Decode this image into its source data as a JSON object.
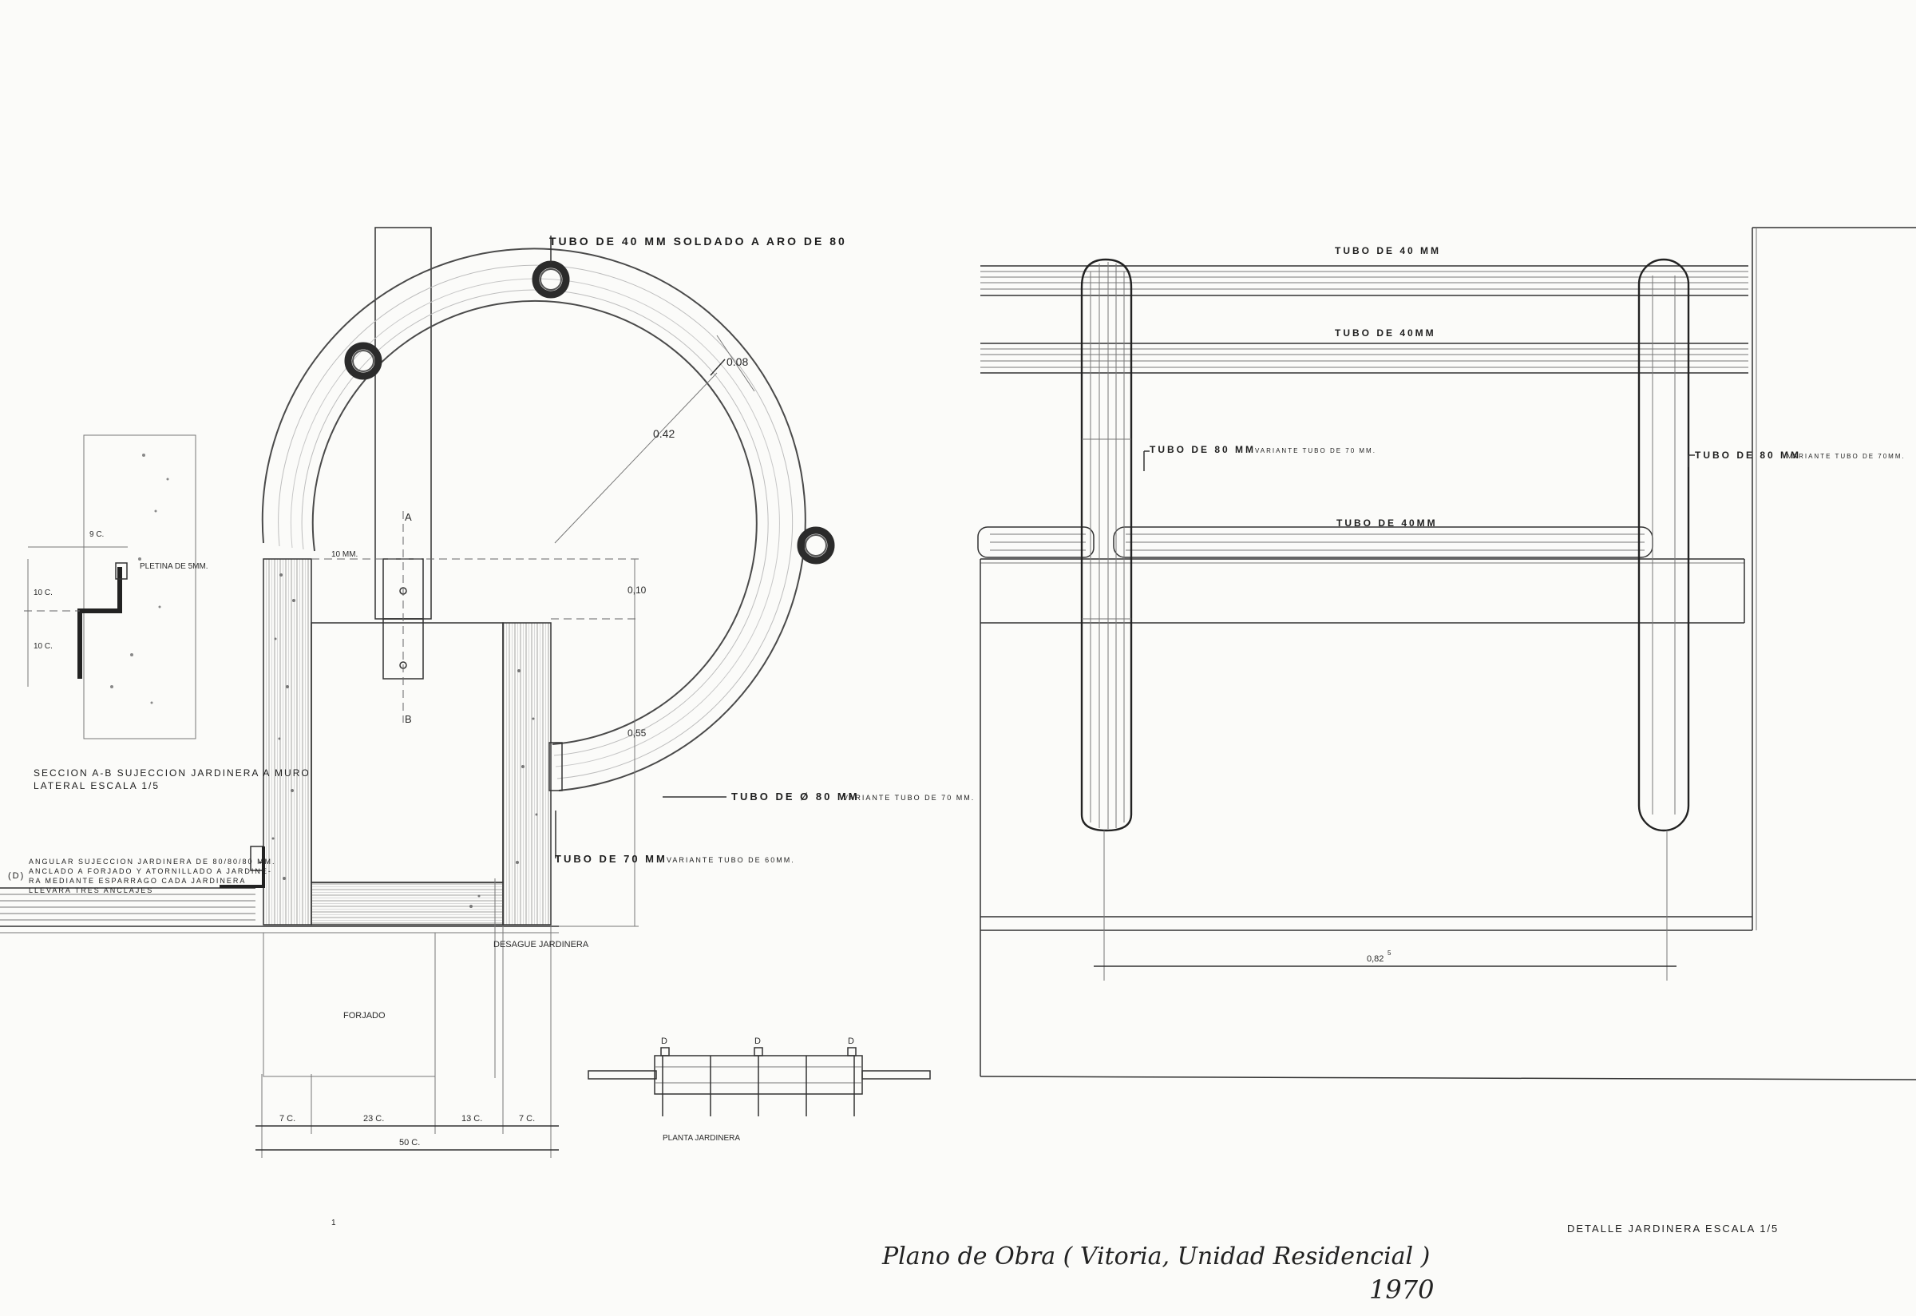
{
  "drawing": {
    "section": {
      "top_tube_label": "TUBO  DE  40 MM  SOLDADO  A  ARO  DE  80",
      "dim_008": "0.08",
      "dim_042": "0.42",
      "dim_10mm": "10 MM.",
      "mark_a": "A",
      "mark_b": "B",
      "dim_010": "0,10",
      "dim_055": "0,55",
      "tube80_label": "TUBO  DE  Ø  80 MM",
      "tube80_variant": "VARIANTE  TUBO DE 70 MM.",
      "tube70_label": "TUBO  DE  70 MM",
      "tube70_variant": "VARIANTE  TUBO DE 60MM.",
      "desague": "DESAGUE  JARDINERA",
      "forjado": "FORJADO",
      "dim_7c_a": "7 C.",
      "dim_23c": "23 C.",
      "dim_13c": "13 C.",
      "dim_7c_b": "7 C.",
      "dim_50c": "50 C."
    },
    "sub_section": {
      "dim_9c": "9 C.",
      "pletina": "PLETINA DE 5MM.",
      "dim_10c_a": "10 C.",
      "dim_10c_b": "10 C.",
      "title_line1": "SECCION  A-B  SUJECCION  JARDINERA  A  MURO",
      "title_line2": "LATERAL  ESCALA  1/5"
    },
    "anchor_note": {
      "mark": "(D)",
      "line1": "ANGULAR SUJECCION JARDINERA DE 80/80/80 MM.",
      "line2": "ANCLADO A FORJADO Y ATORNILLADO A JARDINE-",
      "line3": "RA MEDIANTE ESPARRAGO CADA JARDINERA",
      "line4": "LLEVARA  TRES  ANCLAJES"
    },
    "plan": {
      "d1": "D",
      "d2": "D",
      "d3": "D",
      "label": "PLANTA  JARDINERA"
    },
    "elevation": {
      "tube40_top": "TUBO  DE  40 MM",
      "tube40_mid": "TUBO  DE  40MM",
      "tube40_low": "TUBO  DE  40MM",
      "tube80_left": "TUBO    DE   80 MM",
      "tube80_left_variant": "VARIANTE  TUBO DE 70 MM.",
      "tube80_right": "TUBO  DE   80 MM",
      "tube80_right_variant": "VARIANTE  TUBO DE 70MM.",
      "dim_0825": "0,82",
      "dim_0825_sup": "5"
    },
    "title_block": {
      "title": "DETALLE  JARDINERA  ESCALA  1/5",
      "page_mark": "1"
    },
    "handwriting": {
      "line1": "Plano de Obra ( Vitoria, Unidad Residencial )",
      "line2": "1970"
    }
  }
}
